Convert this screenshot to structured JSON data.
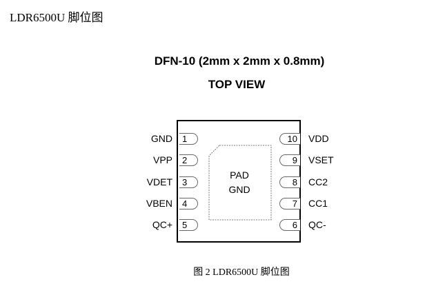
{
  "document": {
    "heading": "LDR6500U 脚位图",
    "caption": "图 2 LDR6500U 脚位图"
  },
  "package": {
    "title": "DFN-10 (2mm x 2mm x 0.8mm)",
    "view": "TOP VIEW"
  },
  "pad": {
    "line1": "PAD",
    "line2": "GND"
  },
  "pins_left": [
    {
      "num": "1",
      "name": "GND"
    },
    {
      "num": "2",
      "name": "VPP"
    },
    {
      "num": "3",
      "name": "VDET"
    },
    {
      "num": "4",
      "name": "VBEN"
    },
    {
      "num": "5",
      "name": "QC+"
    }
  ],
  "pins_right": [
    {
      "num": "10",
      "name": "VDD"
    },
    {
      "num": "9",
      "name": "VSET"
    },
    {
      "num": "8",
      "name": "CC2"
    },
    {
      "num": "7",
      "name": "CC1"
    },
    {
      "num": "6",
      "name": "QC-"
    }
  ]
}
